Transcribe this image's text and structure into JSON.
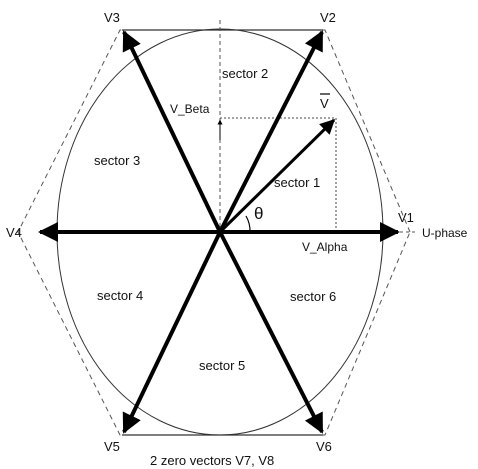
{
  "vertices": {
    "v1": "V1",
    "v2": "V2",
    "v3": "V3",
    "v4": "V4",
    "v5": "V5",
    "v6": "V6"
  },
  "sectors": {
    "s1": "sector 1",
    "s2": "sector 2",
    "s3": "sector 3",
    "s4": "sector 4",
    "s5": "sector 5",
    "s6": "sector 6"
  },
  "labels": {
    "v_beta": "V_Beta",
    "v_alpha": "V_Alpha",
    "u_phase": "U-phase",
    "v_ref": "V",
    "theta": "θ",
    "zero_vectors": "2 zero vectors V7, V8"
  }
}
